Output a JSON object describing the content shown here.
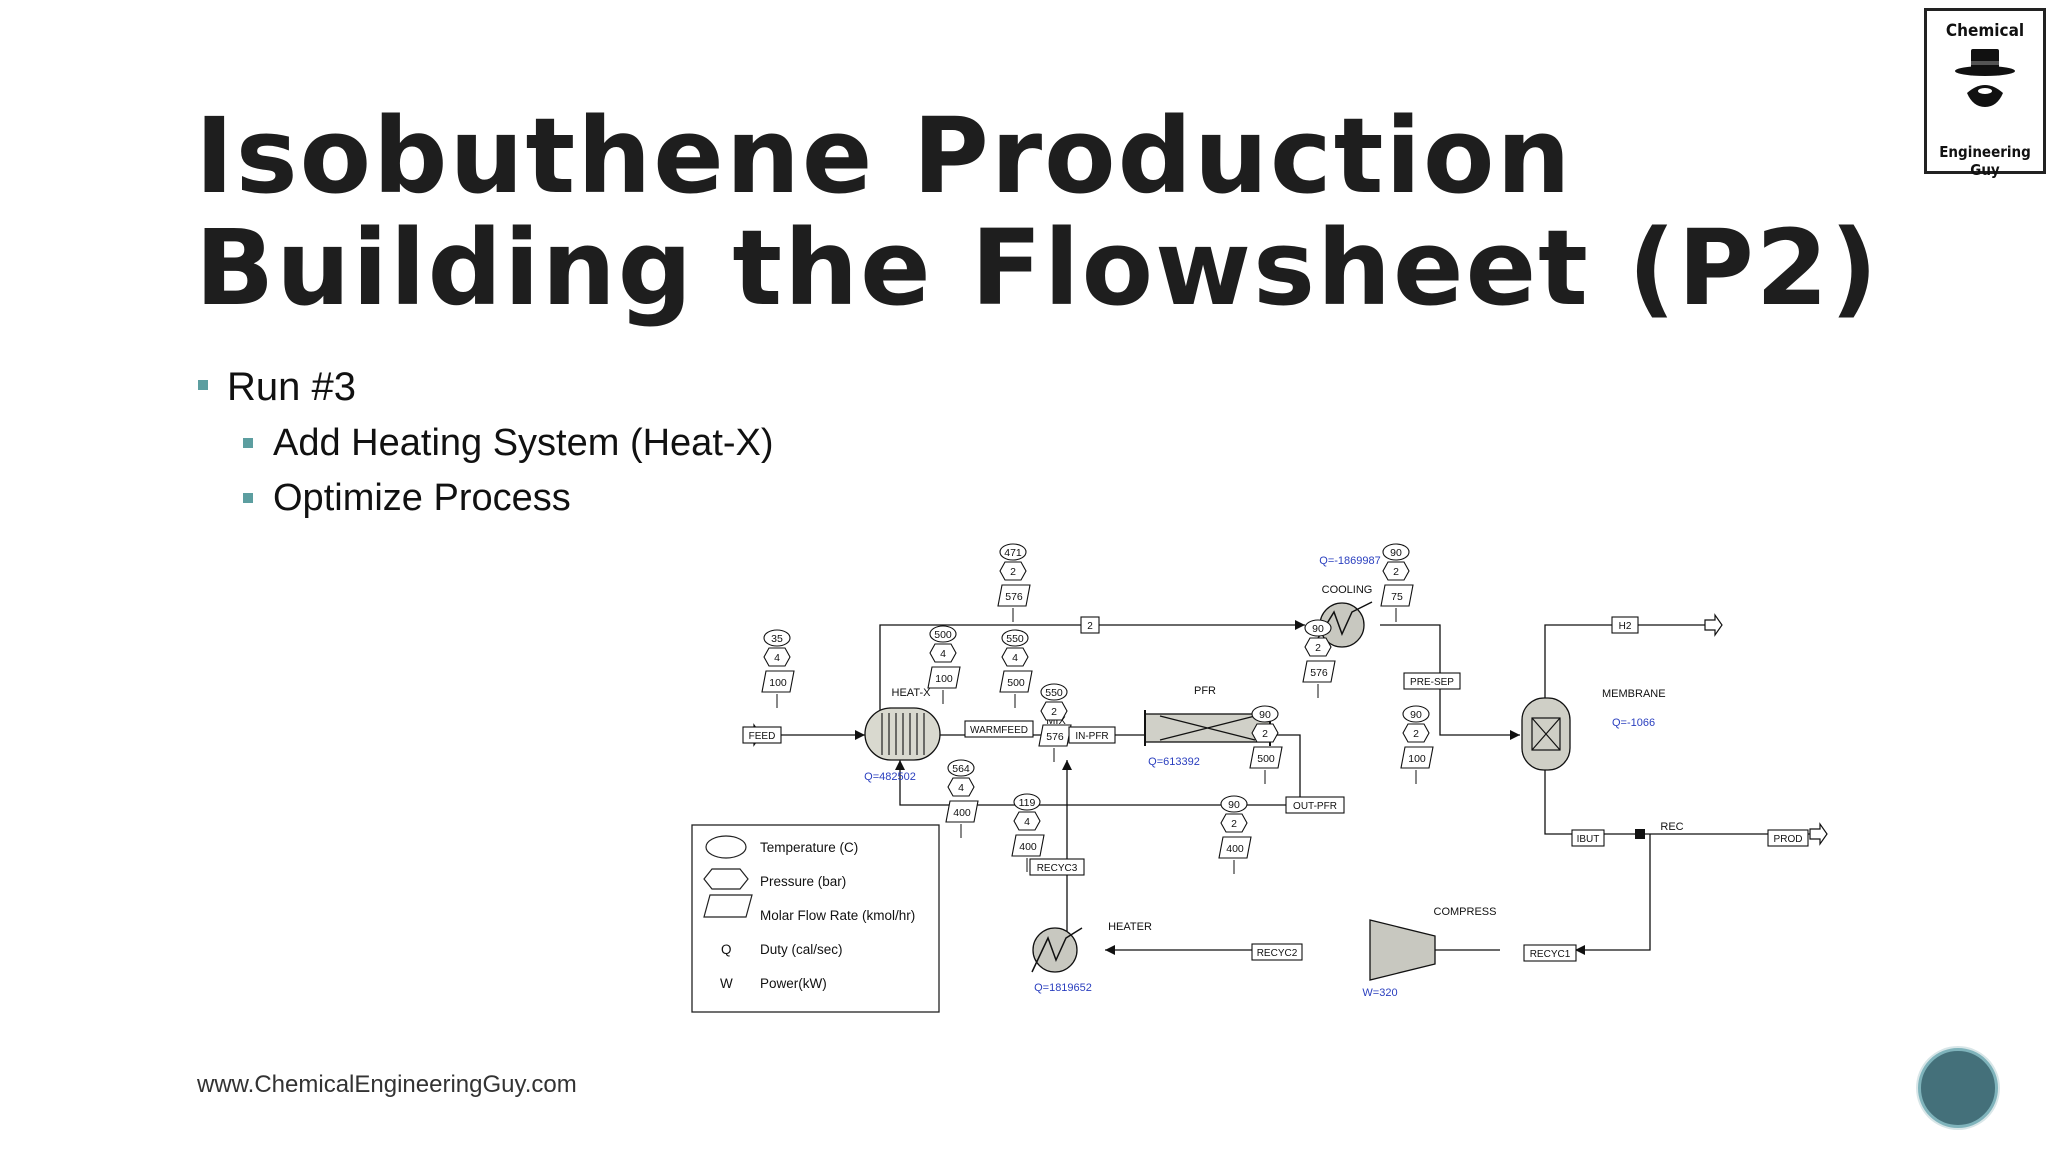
{
  "slide": {
    "title_line1": "Isobuthene Production",
    "title_line2": "Building the Flowsheet (P2)",
    "bullets": [
      {
        "text": "Run #3",
        "level": 1
      },
      {
        "text": "Add Heating System (Heat-X)",
        "level": 2
      },
      {
        "text": "Optimize Process",
        "level": 2
      }
    ],
    "footer_url": "www.ChemicalEngineeringGuy.com",
    "logo": {
      "top_text": "Chemical",
      "bottom_text": "Engineering Guy"
    },
    "bullet_color": "#5c9ea0"
  },
  "flowsheet": {
    "blocks": {
      "heatx": "HEAT-X",
      "mix": "MIX",
      "pfr": "PFR",
      "cooling": "COOLING",
      "membrane": "MEMBRANE",
      "heater": "HEATER",
      "compress": "COMPRESS",
      "rec": "REC"
    },
    "streams": {
      "feed": "FEED",
      "warmfeed": "WARMFEED",
      "inpfr": "IN-PFR",
      "outpfr": "OUT-PFR",
      "s2": "2",
      "presep": "PRE-SEP",
      "h2": "H2",
      "ibut": "IBUT",
      "prod": "PROD",
      "recyc1": "RECYC1",
      "recyc2": "RECYC2",
      "recyc3": "RECYC3"
    },
    "duties": {
      "heatx": "Q=482502",
      "pfr": "Q=613392",
      "cooling": "Q=-1869987",
      "membrane": "Q=-1066",
      "heater": "Q=1819652",
      "compress": "W=320"
    },
    "tags": {
      "feed": {
        "t": "35",
        "p": "4",
        "f": "100"
      },
      "warmfeed": {
        "t": "500",
        "p": "4",
        "f": "100"
      },
      "inpfr": {
        "t": "550",
        "p": "4",
        "f": "500"
      },
      "s2": {
        "t": "471",
        "p": "2",
        "f": "576"
      },
      "outpfr": {
        "t": "550",
        "p": "2",
        "f": "576"
      },
      "presep": {
        "t": "90",
        "p": "2",
        "f": "576"
      },
      "h2": {
        "t": "90",
        "p": "2",
        "f": "75"
      },
      "ibut": {
        "t": "90",
        "p": "2",
        "f": "500"
      },
      "prod": {
        "t": "90",
        "p": "2",
        "f": "100"
      },
      "recyc3": {
        "t": "564",
        "p": "4",
        "f": "400"
      },
      "recyc2": {
        "t": "119",
        "p": "4",
        "f": "400"
      },
      "recyc1": {
        "t": "90",
        "p": "2",
        "f": "400"
      }
    },
    "legend": {
      "temperature": "Temperature (C)",
      "pressure": "Pressure (bar)",
      "molar_flow": "Molar Flow Rate (kmol/hr)",
      "q_symbol": "Q",
      "duty": "Duty (cal/sec)",
      "w_symbol": "W",
      "power": "Power(kW)"
    },
    "duty_color": "#2a3fbf"
  }
}
